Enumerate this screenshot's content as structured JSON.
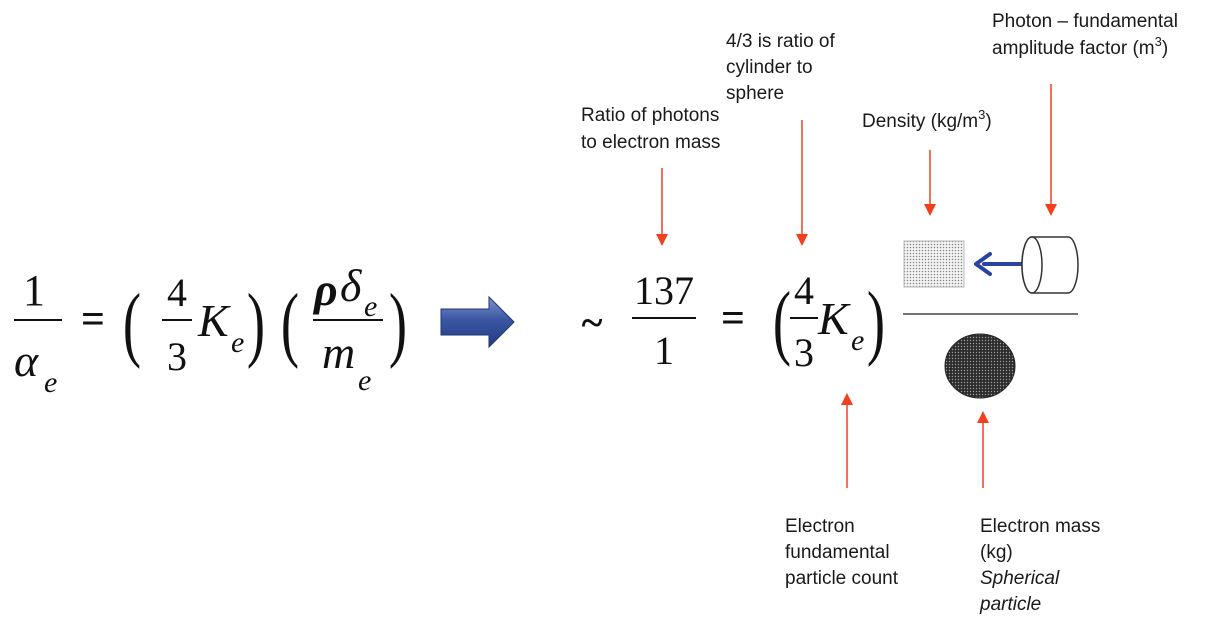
{
  "equation_left": {
    "numerator": "1",
    "denominator_symbol": "α",
    "denominator_subscript": "e",
    "equals": "=",
    "open_paren": "(",
    "close_paren": ")",
    "frac_num": "4",
    "frac_den": "3",
    "k_symbol": "K",
    "k_subscript": "e",
    "rho_symbol": "ρ",
    "delta_symbol": "δ",
    "delta_subscript": "e",
    "mass_symbol": "m",
    "mass_subscript": "e"
  },
  "equation_right": {
    "approx": "~",
    "numerator": "137",
    "denominator": "1",
    "equals": "=",
    "open_paren": "(",
    "close_paren": ")",
    "frac_num": "4",
    "frac_den": "3",
    "k_symbol": "K",
    "k_subscript": "e"
  },
  "annotations": {
    "ratio_photons_line1": "Ratio of photons",
    "ratio_photons_line2": "to electron mass",
    "cylinder_line1": "4/3 is ratio of",
    "cylinder_line2": "cylinder to",
    "cylinder_line3": "sphere",
    "density_text": "Density (kg/m",
    "density_sup": "3",
    "density_close": ")",
    "photon_line1": "Photon – fundamental",
    "photon_line2_text": "amplitude factor (m",
    "photon_line2_sup": "3",
    "photon_line2_close": ")",
    "electron_count_line1": "Electron",
    "electron_count_line2": "fundamental",
    "electron_count_line3": "particle count",
    "electron_mass_line1": "Electron mass",
    "electron_mass_line2": "(kg)",
    "electron_mass_line3": "Spherical",
    "electron_mass_line4": "particle"
  },
  "colors": {
    "annotation_arrow": "#f0401f",
    "transition_arrow": "#2e4a96",
    "flow_arrow": "#2a43a0",
    "sphere": "#3a3a3a",
    "density_block": "#d8d8d8"
  },
  "icons": {
    "transition": "right-arrow-icon",
    "density": "stippled-square-icon",
    "photon": "cylinder-icon",
    "electron": "sphere-icon"
  }
}
